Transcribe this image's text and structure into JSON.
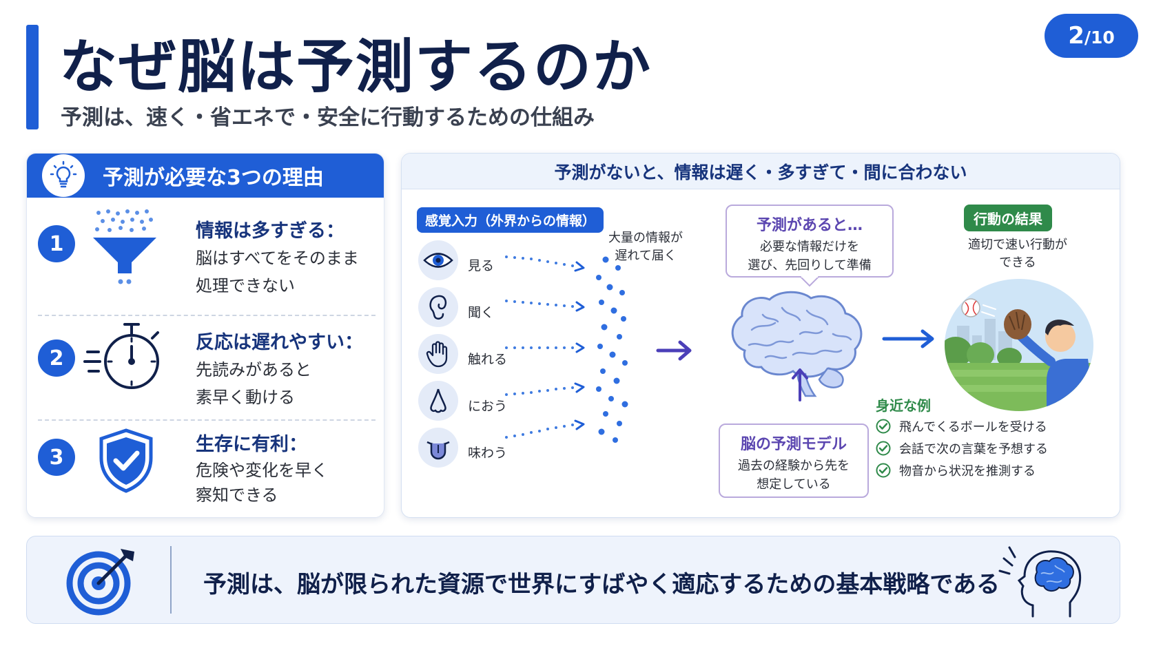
{
  "header": {
    "title": "なぜ脳は予測するのか",
    "subtitle": "予測は、速く・省エネで・安全に行動するための仕組み",
    "page_current": "2",
    "page_total": "/10"
  },
  "reasons_card": {
    "title": "予測が必要な3つの理由",
    "icon": "lightbulb-icon",
    "items": [
      {
        "number": "1",
        "icon": "funnel-icon",
        "heading": "情報は多すぎる：",
        "line1": "脳はすべてをそのまま",
        "line2": "処理できない"
      },
      {
        "number": "2",
        "icon": "stopwatch-icon",
        "heading": "反応は遅れやすい：",
        "line1": "先読みがあると",
        "line2": "素早く動ける"
      },
      {
        "number": "3",
        "icon": "shield-check-icon",
        "heading": "生存に有利：",
        "line1": "危険や変化を早く",
        "line2": "察知できる"
      }
    ]
  },
  "process_card": {
    "title": "予測がないと、情報は遅く・多すぎて・間に合わない",
    "input_label": "感覚入力（外界からの情報）",
    "senses": [
      {
        "icon": "eye-icon",
        "label": "見る"
      },
      {
        "icon": "ear-icon",
        "label": "聞く"
      },
      {
        "icon": "hand-icon",
        "label": "触れる"
      },
      {
        "icon": "nose-icon",
        "label": "におう"
      },
      {
        "icon": "tongue-icon",
        "label": "味わう"
      }
    ],
    "flood_note_line1": "大量の情報が",
    "flood_note_line2": "遅れて届く",
    "prediction_box": {
      "title": "予測があると…",
      "line1": "必要な情報だけを",
      "line2": "選び、先回りして準備"
    },
    "model_box": {
      "title": "脳の予測モデル",
      "line1": "過去の経験から先を",
      "line2": "想定している"
    },
    "result_label": "行動の結果",
    "result_line1": "適切で速い行動が",
    "result_line2": "できる",
    "examples_heading": "身近な例",
    "examples": [
      "飛んでくるボールを受ける",
      "会話で次の言葉を予想する",
      "物音から状況を推測する"
    ]
  },
  "banner": {
    "text": "予測は、脳が限られた資源で世界にすばやく適応するための基本戦略である",
    "left_icon": "target-icon",
    "right_icon": "head-brain-icon"
  },
  "colors": {
    "primary": "#1f5ed6",
    "navy": "#10204a",
    "purple": "#5b46b0",
    "green": "#2f8a4a",
    "light_blue": "#eef3fc"
  }
}
